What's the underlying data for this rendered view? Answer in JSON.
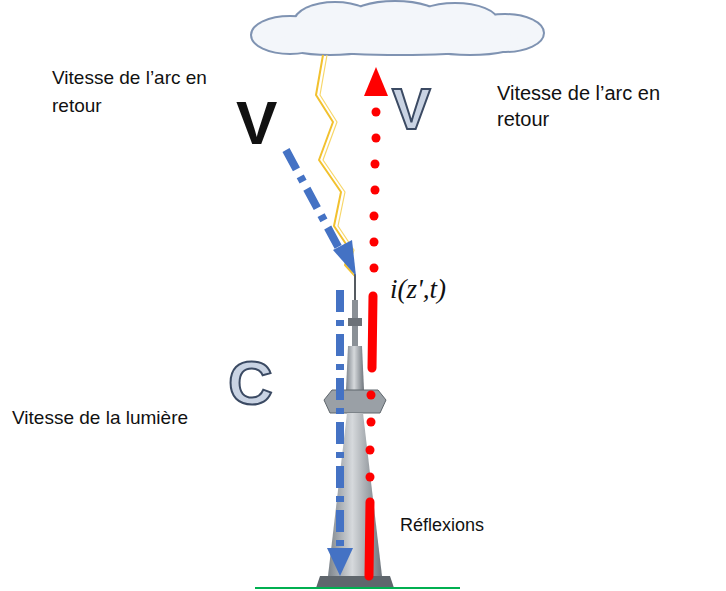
{
  "diagram": {
    "labels": [
      "Vitesse de l’arc en retour",
      "Vitesse de l’arc en retour",
      "V",
      "V",
      "i(z',t)",
      "C",
      "Vitesse de la lumière",
      "Réflexions"
    ]
  }
}
